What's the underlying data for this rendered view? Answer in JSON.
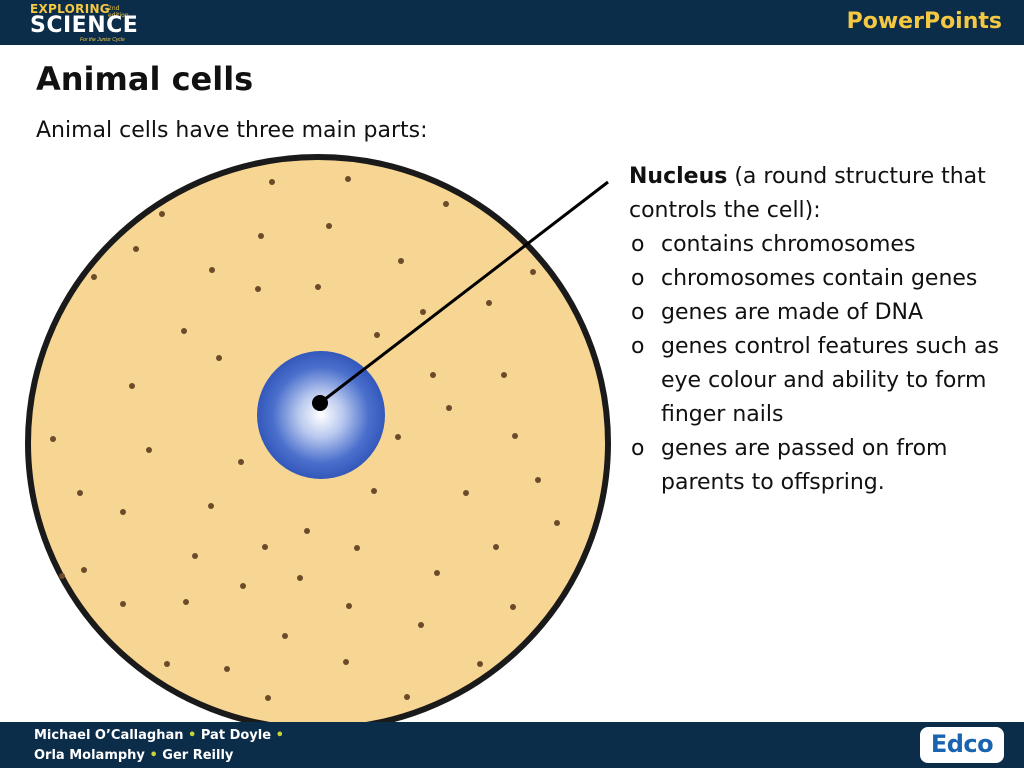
{
  "header": {
    "logo_top": "EXPLORING",
    "logo_edition": "2nd edition",
    "logo_main": "SCIENCE",
    "logo_tagline": "For the Junior Cycle",
    "series": "PowerPoints"
  },
  "slide": {
    "title": "Animal cells",
    "subtitle": "Animal cells have three main parts:"
  },
  "callout": {
    "term": "Nucleus",
    "description": " (a round structure that controls the cell):",
    "bullets": [
      "contains chromosomes",
      "chromosomes contain genes",
      "genes are made of DNA",
      "genes control features such as eye colour and ability to form finger nails",
      "genes are passed on from parents to offspring."
    ],
    "bullet_symbol": "o"
  },
  "colors": {
    "bar": "#0b2d4a",
    "accent": "#f5c842",
    "cytoplasm": "#f7d694",
    "membrane": "#1a1a1a",
    "nucleus": "#3d63c4"
  },
  "footer": {
    "authors_line1": [
      "Michael O’Callaghan",
      "Pat Doyle"
    ],
    "authors_line2": [
      "Orla Molamphy",
      "Ger Reilly"
    ],
    "publisher": "Edco"
  }
}
